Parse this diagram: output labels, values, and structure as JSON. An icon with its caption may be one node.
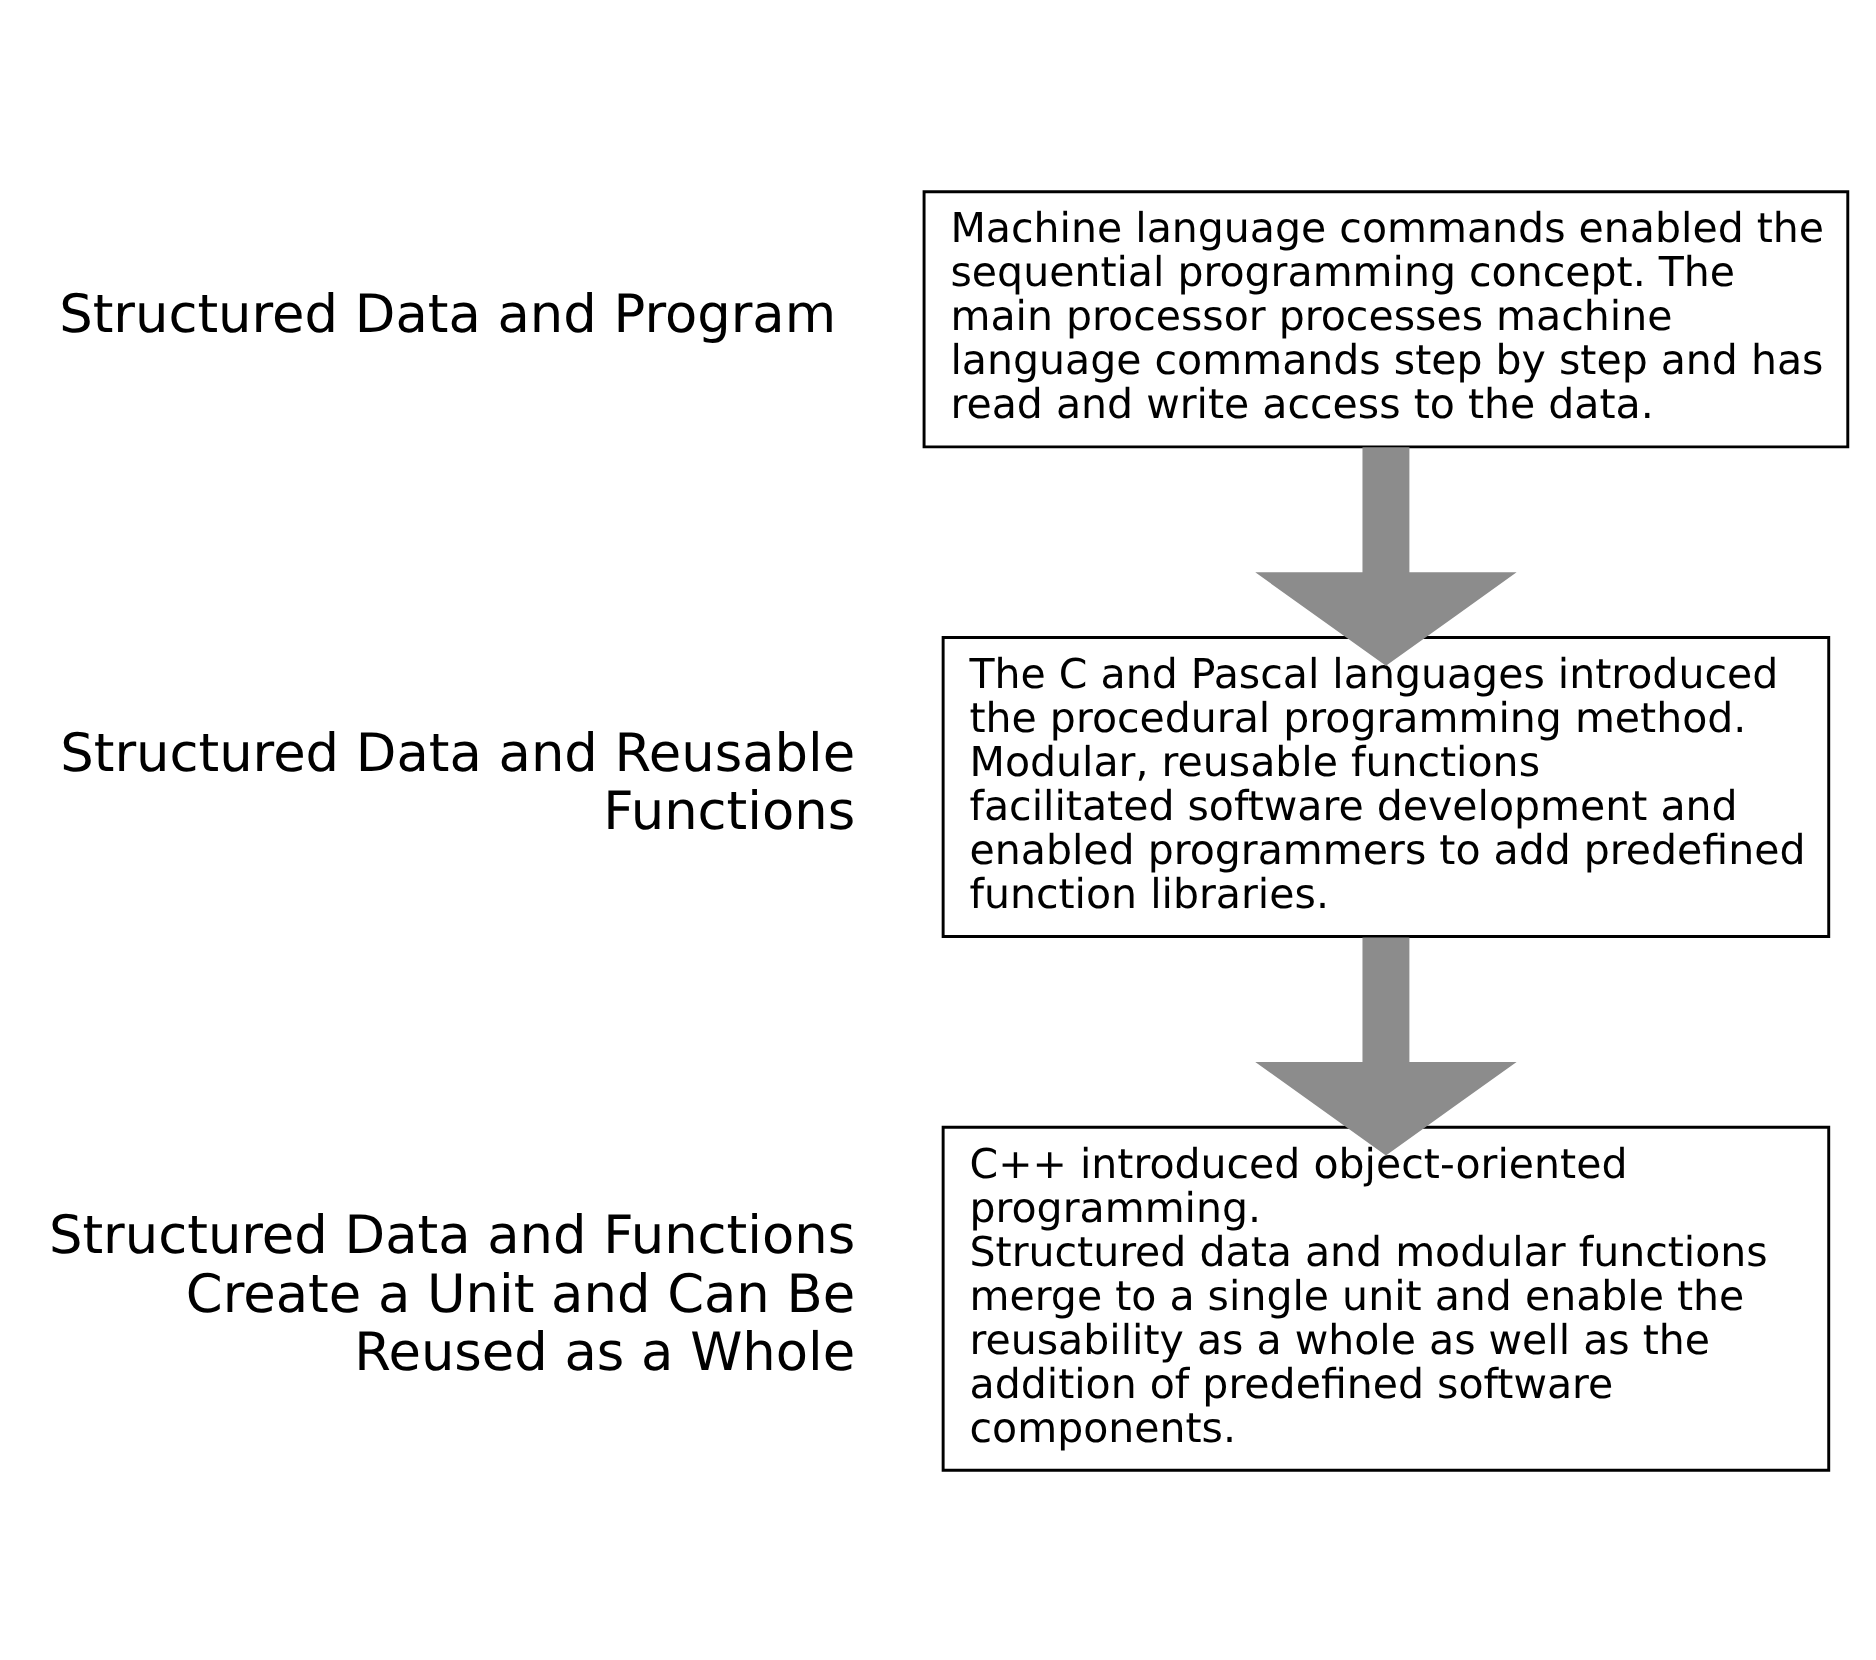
{
  "diagram": {
    "nodes": [
      {
        "text": [
          "Machine language commands enabled the sequential programming concept. The main processor processes machine language commands step by step and has read and write access to the data."
        ],
        "beside": [
          "Structured Data and Program"
        ]
      },
      {
        "text": [
          "The C and Pascal languages introduced the procedural programming method. Modular, reusable functions facilitated software development and enabled programmers to add predefined function libraries."
        ],
        "beside": [
          "Structured Data and Reusable Functions"
        ]
      },
      {
        "text": [
          "C++ introduced object-oriented programming.",
          "Structured data and modular functions merge to a single unit and enable the reusability as a whole as well as the addition of predefined software components."
        ],
        "beside": [
          "Structured Data and Functions Create a Unit and Can Be Reused as a Whole"
        ]
      }
    ],
    "edges": [
      {
        "from": 0,
        "to": 1,
        "arrow": "to"
      },
      {
        "from": 1,
        "to": 2,
        "arrow": "to"
      }
    ]
  }
}
